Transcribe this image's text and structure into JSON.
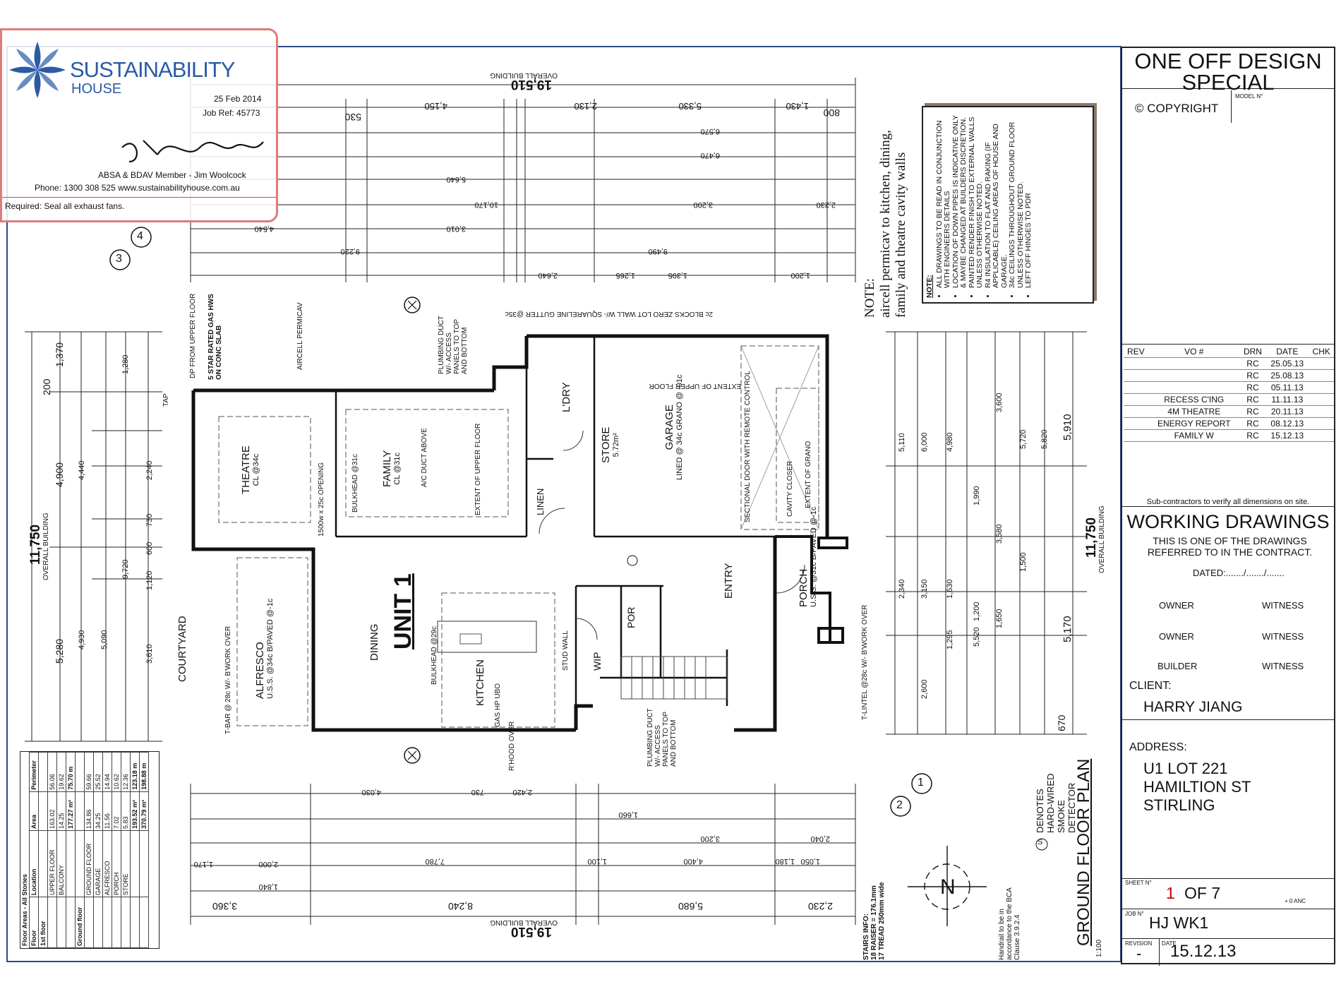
{
  "logo": {
    "brand": "SUSTAINABILITY",
    "brand_sub": "HOUSE",
    "date": "25 Feb 2014",
    "job_ref": "Job Ref: 45773",
    "member": "ABSA & BDAV Member - Jim Woolcock",
    "phone": "Phone: 1300 308 525 www.sustainabilityhouse.com.au",
    "required": "Required: Seal all exhaust fans."
  },
  "title_block": {
    "design_line1": "ONE OFF DESIGN",
    "design_line2": "SPECIAL",
    "copyright": "© COPYRIGHT",
    "model_label": "MODEL N°",
    "revisions_header": [
      "REV",
      "VO #",
      "DRN",
      "DATE",
      "CHK"
    ],
    "revisions": [
      {
        "rev": "",
        "vo": "",
        "drn": "RC",
        "date": "25.05.13",
        "chk": ""
      },
      {
        "rev": "",
        "vo": "",
        "drn": "RC",
        "date": "25.08.13",
        "chk": ""
      },
      {
        "rev": "",
        "vo": "",
        "drn": "RC",
        "date": "05.11.13",
        "chk": ""
      },
      {
        "rev": "",
        "vo": "RECESS C'ING",
        "drn": "RC",
        "date": "11.11.13",
        "chk": ""
      },
      {
        "rev": "",
        "vo": "4M THEATRE",
        "drn": "RC",
        "date": "20.11.13",
        "chk": ""
      },
      {
        "rev": "",
        "vo": "ENERGY REPORT",
        "drn": "RC",
        "date": "08.12.13",
        "chk": ""
      },
      {
        "rev": "",
        "vo": "FAMILY W",
        "drn": "RC",
        "date": "15.12.13",
        "chk": ""
      }
    ],
    "subcontractors": "Sub-contractors to verify all dimensions on site.",
    "working_drawings": "WORKING DRAWINGS",
    "working_note": "THIS IS ONE OF THE DRAWINGS REFERRED TO IN THE CONTRACT.",
    "dated": "DATED:......./......./.......",
    "owner": "OWNER",
    "witness": "WITNESS",
    "builder": "BUILDER",
    "client_label": "CLIENT:",
    "client_name": "HARRY JIANG",
    "address_label": "ADDRESS:",
    "address_line1": "U1 LOT 221",
    "address_line2": "HAMILTION ST",
    "address_line3": "STIRLING",
    "sheet_label": "SHEET N°",
    "sheet_num": "1",
    "sheet_of": "OF  7",
    "sheet_anc": "+ 0 ANC",
    "job_label": "JOB N°",
    "job_no": "HJ WK1",
    "revision_label": "REVISION",
    "date_label": "DATE",
    "revision": "-",
    "date": "15.12.13"
  },
  "notes": {
    "title": "NOTE:",
    "items": [
      "ALL DRAWINGS TO BE READ IN CONJUNCTION WITH ENGINEERS DETAILS",
      "LOCATION OF DOWN PIPES IS INDICATIVE ONLY & MAYBE CHANGED AT BUILDERS DISCRETION.",
      "PAINTED RENDER FINISH TO EXTERNAL WALLS UNLESS OTHERWISE NOTED.",
      "R4 INSULATION TO FLAT AND RAKING (IF APPLICABLE) CEILING AREAS OF HOUSE AND GARAGE.",
      "34c CEILINGS THROUGHOUT GROUND FLOOR UNLESS OTHERWISE NOTED.",
      "LEFT OFF HINGES TO PDR"
    ]
  },
  "handnote": {
    "line1": "NOTE:",
    "line2": "aircell permicav to kitchen, dining,",
    "line3": "family and theatre cavity walls"
  },
  "plan": {
    "unit": "UNIT 1",
    "title": "GROUND FLOOR PLAN",
    "scale": "1:100",
    "overall_building": "OVERALL BUILDING",
    "overall_width": "19,510",
    "overall_depth": "11,750",
    "courtyard": "COURTYARD",
    "smoke_detector": "DENOTES HARD-WIRED SMOKE DETECTOR",
    "smoke_symbol": "S",
    "handrail_note": "Handrail to be in accordance to the BCA Clause 3.9.2.4",
    "stairs_info": "STAIRS INFO:",
    "stairs_risers": "18 RAISER = 176.1mm",
    "stairs_treads": "17 TREAD  250mm wide",
    "north": "N",
    "rooms": [
      {
        "name": "THEATRE",
        "detail": "CL @34c"
      },
      {
        "name": "FAMILY",
        "detail": "CL @31c"
      },
      {
        "name": "ALFRESCO",
        "detail": "U.S.S. @34c  B/PAVED @-1c"
      },
      {
        "name": "DINING",
        "detail": ""
      },
      {
        "name": "KITCHEN",
        "detail": ""
      },
      {
        "name": "GARAGE",
        "detail": "LINED @ 34c  GRANO @ -01c"
      },
      {
        "name": "STORE",
        "detail": "5.72m²"
      },
      {
        "name": "L'DRY",
        "detail": ""
      },
      {
        "name": "LINEN",
        "detail": ""
      },
      {
        "name": "ENTRY",
        "detail": ""
      },
      {
        "name": "PORCH",
        "detail": "U.S.S. @31c  B/PAVED @-1c"
      },
      {
        "name": "WIP",
        "detail": ""
      },
      {
        "name": "POR",
        "detail": ""
      }
    ],
    "labels": {
      "bulkhead29": "BULKHEAD @29c",
      "bulkhead31": "BULKHEAD @31c",
      "ac_duct": "A/C DUCT ABOVE",
      "extent_upper": "EXTENT OF UPPER FLOOR",
      "extent_grano": "EXTENT OF GRANO",
      "sectional_door": "SECTIONAL DOOR WITH REMOTE CONTROL",
      "cavity_closer": "CAVITY CLOSER",
      "gas_hws": "5 STAR RATED GAS HWS ON CONC SLAB",
      "dp_upper": "DP FROM UPPER FLOOR",
      "aircell": "AIRCELL PERMICAV",
      "plumbing_duct": "PLUMBING DUCT W/- ACCESS PANELS TO TOP AND BOTTOM",
      "zero_lot": "2c BLOCKS ZERO LOT WALL W/- SQUARELINE GUTTER @35c",
      "tbar": "T-BAR @ 28c W/- B'WORK OVER",
      "tlintel": "T-LINTEL @28c W/- B'WORK OVER",
      "opening": "1500w x 25c OPENING",
      "stud_wall": "STUD WALL",
      "rhood": "R'HOOD OVER",
      "gas_hp_ubo": "GAS HP UBO",
      "tap": "TAP",
      "upper_floor_ext": "EXTENT OF UPPER FLOOR"
    },
    "dims_top": [
      "800",
      "1,430",
      "5,330",
      "2,130",
      "4,150",
      "530",
      "4,540",
      "9,220",
      "9,490",
      "2,640",
      "1,200",
      "1,395",
      "1,265",
      "10,170",
      "2,230",
      "3,200",
      "3,010",
      "5,640",
      "6,470",
      "6,570"
    ],
    "dims_bottom": [
      "3,360",
      "8,240",
      "5,680",
      "2,230",
      "4,030",
      "2,420",
      "730",
      "7,780",
      "4,400",
      "3,200",
      "2,040",
      "1,170",
      "1,840",
      "2,000",
      "1,100",
      "1,660",
      "1,050",
      "1,180"
    ],
    "dims_left": [
      "1,370",
      "4,900",
      "5,280",
      "200",
      "4,440",
      "4,930",
      "5,090",
      "9,720",
      "2,240",
      "3,610",
      "1,120",
      "730",
      "600",
      "1,280"
    ],
    "dims_right": [
      "5,910",
      "5,170",
      "4,980",
      "6,000",
      "5,110",
      "3,600",
      "5,720",
      "5,820",
      "1,990",
      "3,580",
      "1,500",
      "1,650",
      "1,200",
      "3,150",
      "2,340",
      "2,600",
      "1,630",
      "1,295",
      "5,520",
      "670"
    ]
  },
  "areas": {
    "title": "Floor Areas - All Stories",
    "headers": [
      "Floor",
      "Location",
      "Area",
      "Perimeter"
    ],
    "first_floor": "1st floor",
    "first_rows": [
      {
        "loc": "UPPER FLOOR",
        "area": "163.02",
        "per": "56.06"
      },
      {
        "loc": "BALCONY",
        "area": "14.25",
        "per": "19.62"
      }
    ],
    "first_total": {
      "area": "177.27 m²",
      "per": "75.70 m"
    },
    "ground_floor": "Ground floor",
    "ground_rows": [
      {
        "loc": "GROUND FLOOR",
        "area": "134.86",
        "per": "59.66"
      },
      {
        "loc": "GARAGE",
        "area": "34.25",
        "per": "25.52"
      },
      {
        "loc": "ALFRESCO",
        "area": "11.56",
        "per": "14.94"
      },
      {
        "loc": "PORCH",
        "area": "7.02",
        "per": "10.62"
      },
      {
        "loc": "STORE",
        "area": "5.83",
        "per": "12.36"
      }
    ],
    "ground_total": {
      "area": "193.52 m²",
      "per": "123.18 m"
    },
    "grand_total": {
      "area": "370.79 m²",
      "per": "198.88 m"
    }
  }
}
